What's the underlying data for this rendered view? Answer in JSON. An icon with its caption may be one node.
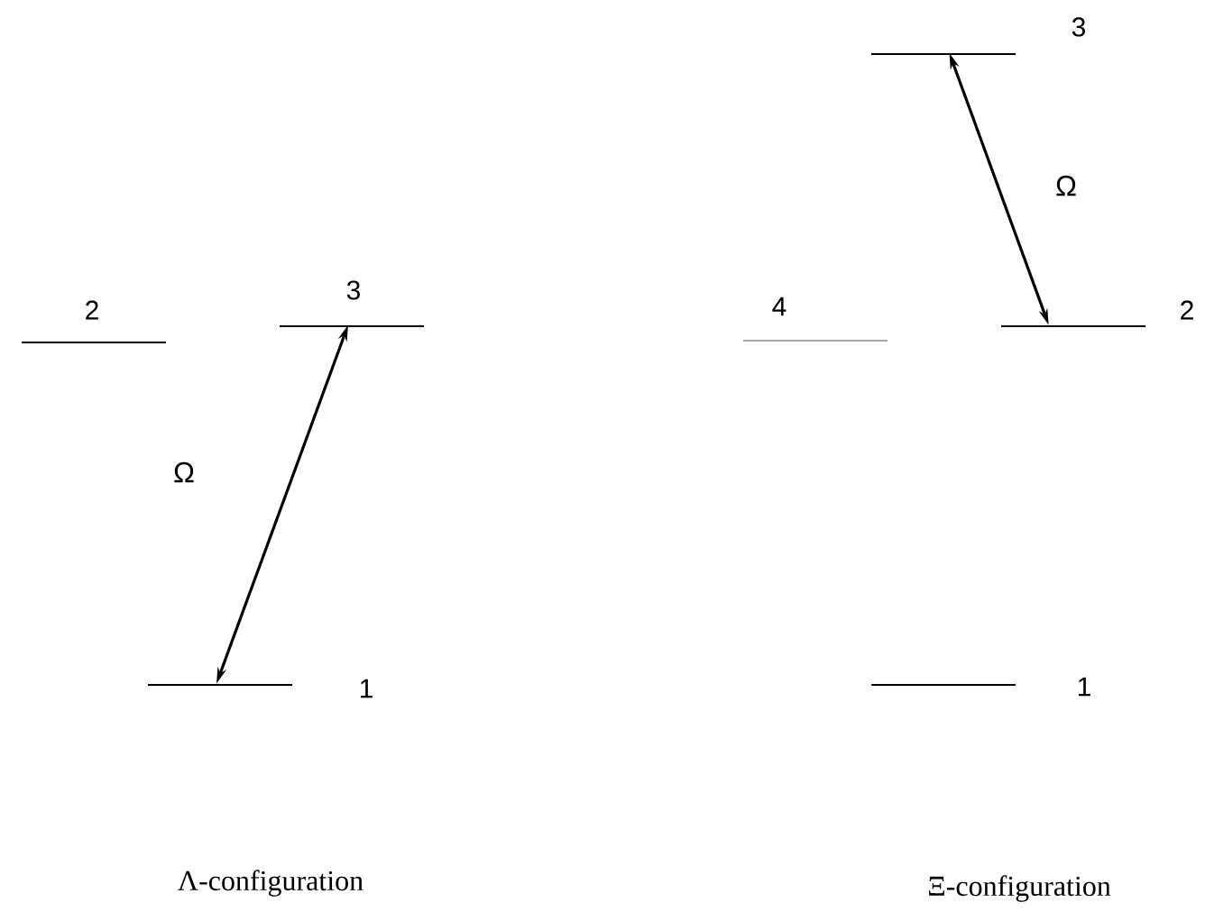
{
  "diagram": {
    "nodes": [
      {
        "text": [],
        "shape": "line",
        "beside": [
          "2"
        ]
      },
      {
        "text": [],
        "shape": "line",
        "beside": [
          "3"
        ]
      },
      {
        "text": [],
        "shape": "line",
        "beside": [
          "1"
        ]
      },
      {
        "text": [],
        "shape": "line",
        "beside": [
          "3"
        ]
      },
      {
        "text": [],
        "shape": "line",
        "beside": [
          "4"
        ]
      },
      {
        "text": [],
        "shape": "line",
        "beside": [
          "2"
        ]
      },
      {
        "text": [],
        "shape": "line",
        "beside": [
          "1"
        ]
      }
    ],
    "edges": [
      {
        "from": 2,
        "to": 1,
        "arrow": "both",
        "label": "Ω"
      },
      {
        "from": 3,
        "to": 5,
        "arrow": "both",
        "label": "Ω"
      }
    ],
    "labels": [
      "Λ-configuration",
      "Ξ-configuration"
    ]
  }
}
